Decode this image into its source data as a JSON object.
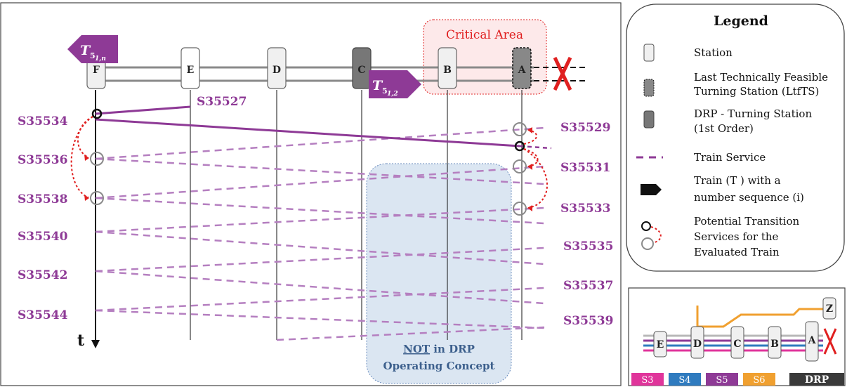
{
  "diagram": {
    "stations": [
      "F",
      "E",
      "D",
      "C",
      "B",
      "A"
    ],
    "critical_area_label": "Critical Area",
    "train_labels": {
      "left": {
        "main": "T",
        "sub": "5",
        "subsub": "1,n"
      },
      "right": {
        "main": "T",
        "sub": "5",
        "subsub": "1,2"
      }
    },
    "time_axis_label": "t",
    "top_service": "S35527",
    "left_services": [
      "S35534",
      "S35536",
      "S35538",
      "S35540",
      "S35542",
      "S35544"
    ],
    "right_services": [
      "S35529",
      "S35531",
      "S35533",
      "S35535",
      "S35537",
      "S35539"
    ],
    "not_in_drp": {
      "underlined": "NOT",
      "rest": " in DRP",
      "line2": "Operating Concept"
    },
    "colors": {
      "service": "#8e3a96",
      "critical": "#e02020",
      "not_drp_fill": "#dbe6f2",
      "not_drp_text": "#3c5f8c"
    }
  },
  "legend": {
    "title": "Legend",
    "items": [
      {
        "icon": "station-icon",
        "lines": [
          "Station"
        ]
      },
      {
        "icon": "ltfts-icon",
        "lines": [
          "Last Technically Feasible",
          "Turning Station (LtfTS)"
        ]
      },
      {
        "icon": "drp-turning-station-icon",
        "lines": [
          "DRP - Turning Station",
          "(1st Order)"
        ]
      },
      {
        "icon": "train-service-icon",
        "lines": [
          "Train Service"
        ]
      },
      {
        "icon": "train-icon",
        "lines": [
          "Train (T ) with a",
          "number sequence (i)"
        ]
      },
      {
        "icon": "transition-icon",
        "lines": [
          "Potential Transition",
          "Services for the",
          "Evaluated Train"
        ]
      }
    ]
  },
  "inset": {
    "stations": [
      "E",
      "D",
      "C",
      "B",
      "A",
      "Z"
    ],
    "lines": [
      {
        "label": "S3",
        "color": "#e0359b"
      },
      {
        "label": "S4",
        "color": "#2f7bbf"
      },
      {
        "label": "S5",
        "color": "#8e3a96"
      },
      {
        "label": "S6",
        "color": "#f0a030"
      }
    ],
    "drp_label": "DRP"
  }
}
